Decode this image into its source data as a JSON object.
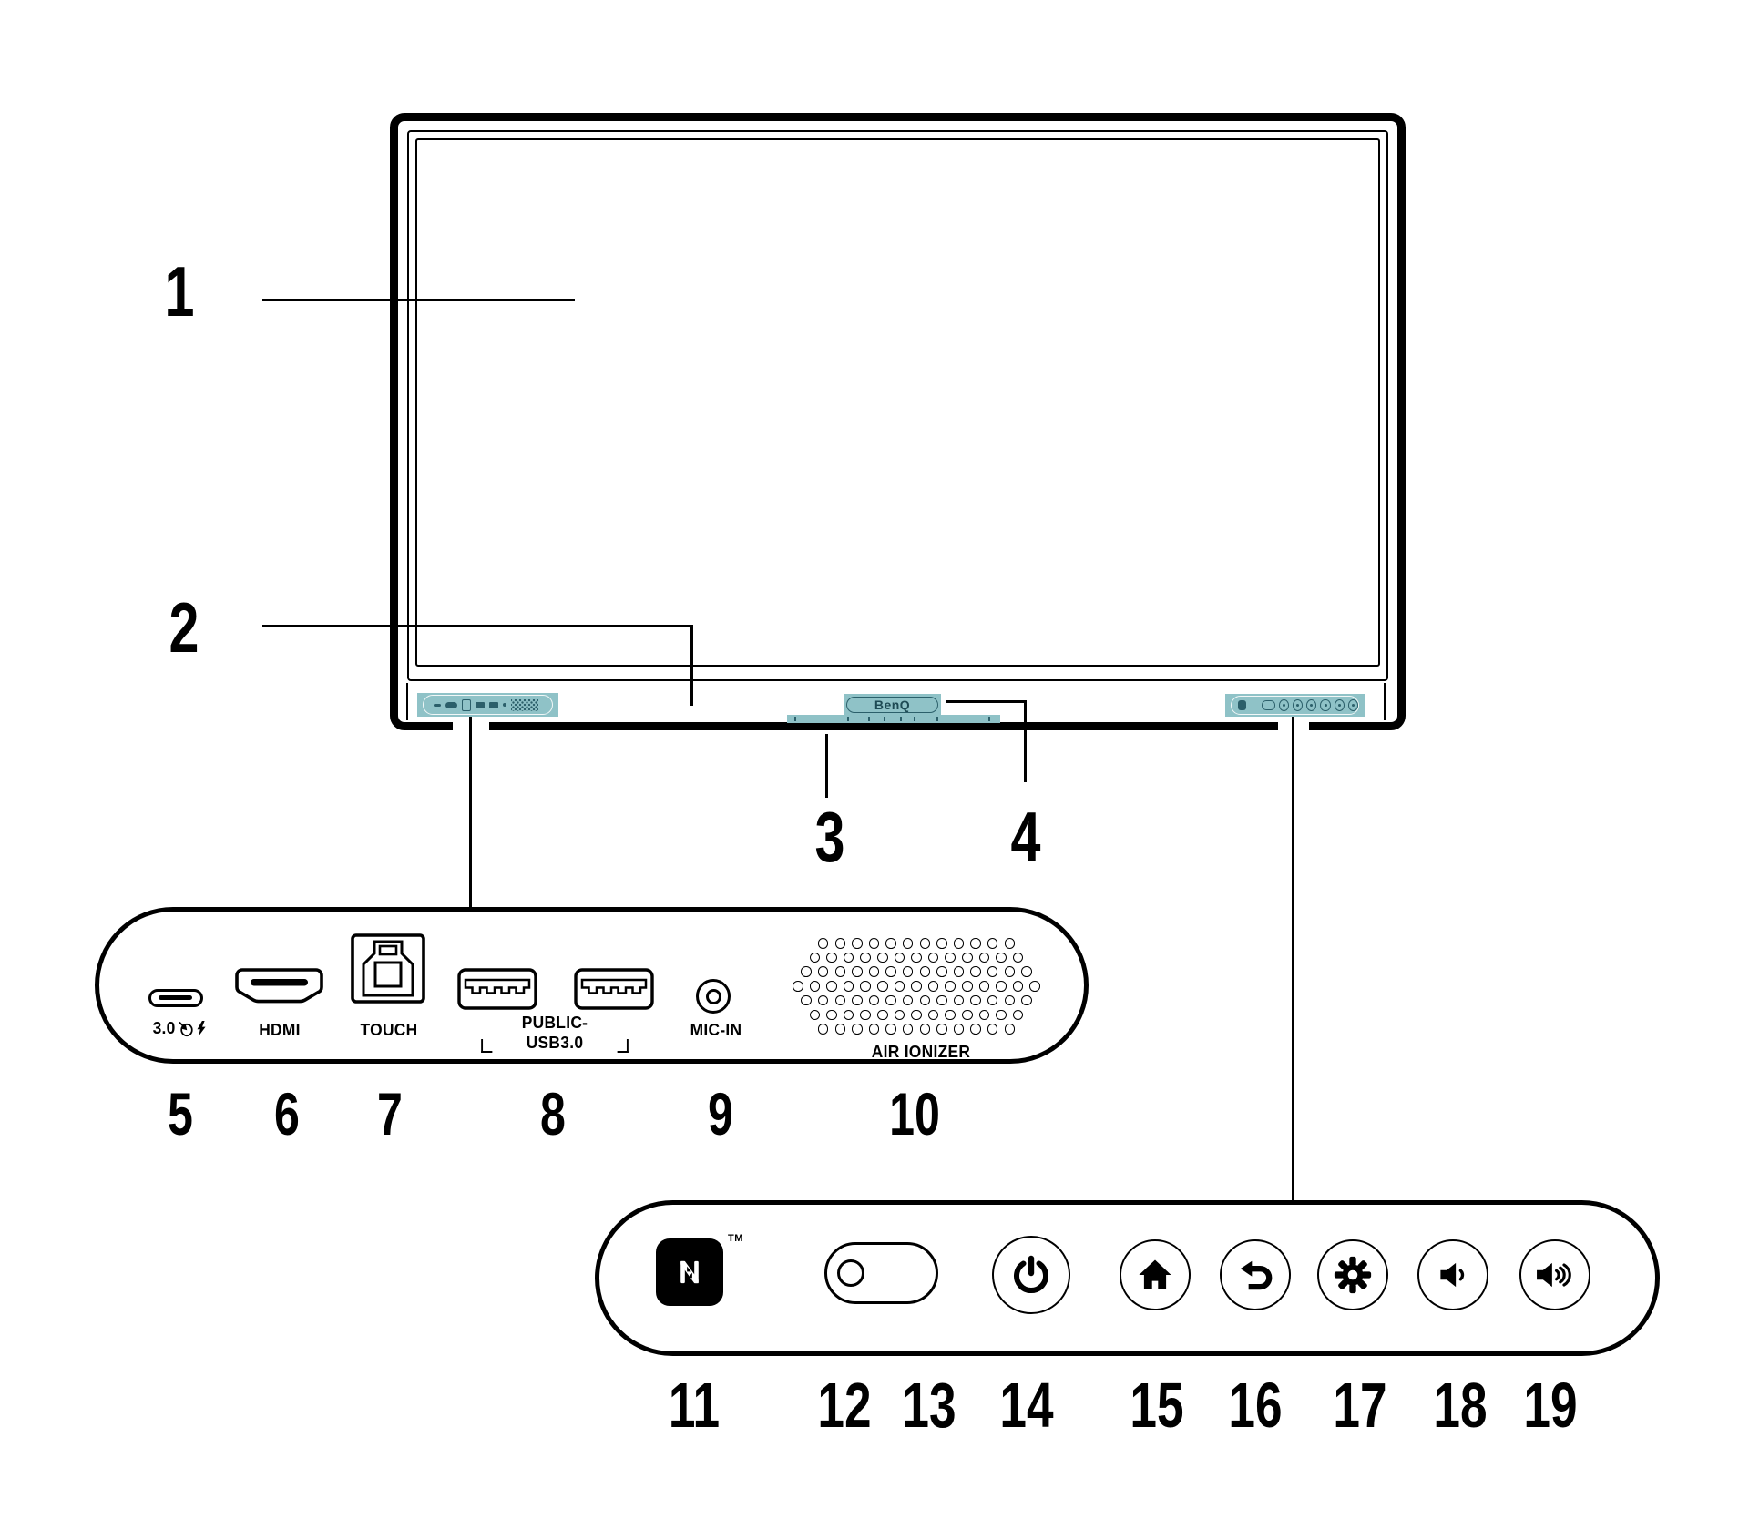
{
  "figure_type": "interactive-display-front-and-panel-diagram",
  "brand": {
    "wordmark": "BenQ",
    "nfc_trademark": "TM"
  },
  "callout_numbers": {
    "screen": "1",
    "front_io": "2",
    "mic_strip": "3",
    "logo": "4"
  },
  "port_numbers": [
    "5",
    "6",
    "7",
    "8",
    "9",
    "10"
  ],
  "port_labels": {
    "usb_c": "3.0",
    "hdmi": "HDMI",
    "touch": "TOUCH",
    "public_usb": "PUBLIC-USB3.0",
    "mic_in": "MIC-IN",
    "air_ionizer": "AIR IONIZER"
  },
  "control_numbers": [
    "11",
    "12",
    "13",
    "14",
    "15",
    "16",
    "17",
    "18",
    "19"
  ],
  "colors": {
    "panel_teal": "#8fc2c7",
    "panel_dark_teal": "#2b5f6a",
    "logo_text": "#1d4a54",
    "ink": "#000000"
  },
  "decor": {
    "grille_rows": [
      12,
      13,
      14,
      15,
      14,
      13,
      12
    ],
    "mic_tick_offsets": [
      8,
      66,
      89,
      106,
      124,
      139,
      164,
      221
    ]
  }
}
